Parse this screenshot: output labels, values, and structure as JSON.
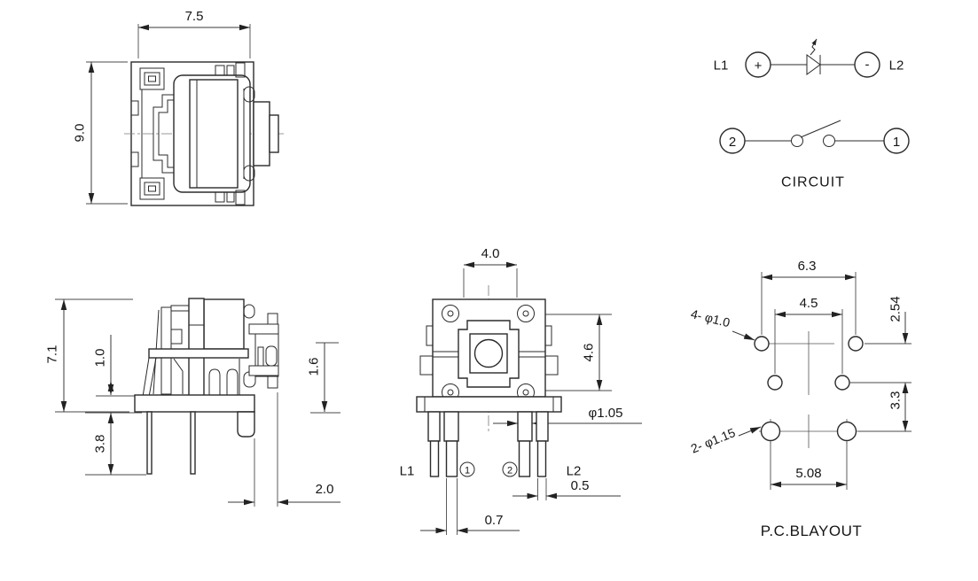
{
  "top_view": {
    "dim_width": "7.5",
    "dim_height": "9.0"
  },
  "side_view": {
    "dim_height": "7.1",
    "dim_top_clearance": "1.0",
    "dim_pin_length": "3.8",
    "dim_stem_height": "1.6",
    "dim_stem_offset": "2.0"
  },
  "front_view": {
    "dim_button_width": "4.0",
    "dim_button_height": "4.6",
    "dim_pin_dia": "φ1.05",
    "dim_pin_width_right": "0.5",
    "dim_pin_width_left": "0.7",
    "label_l1": "L1",
    "label_l2": "L2",
    "pin_1": "1",
    "pin_2": "2"
  },
  "circuit": {
    "title": "CIRCUIT",
    "label_l1": "L1",
    "label_l2": "L2",
    "polarity_plus": "+",
    "polarity_minus": "-",
    "terminal_1": "1",
    "terminal_2": "2"
  },
  "pcb": {
    "title": "P.C.BLAYOUT",
    "dim_outer_span": "6.3",
    "dim_inner_span": "4.5",
    "dim_row_pitch_top": "2.54",
    "dim_row_pitch_bottom": "3.3",
    "dim_bottom_span": "5.08",
    "label_small_holes": "4- φ1.0",
    "label_large_holes": "2- φ1.15"
  }
}
